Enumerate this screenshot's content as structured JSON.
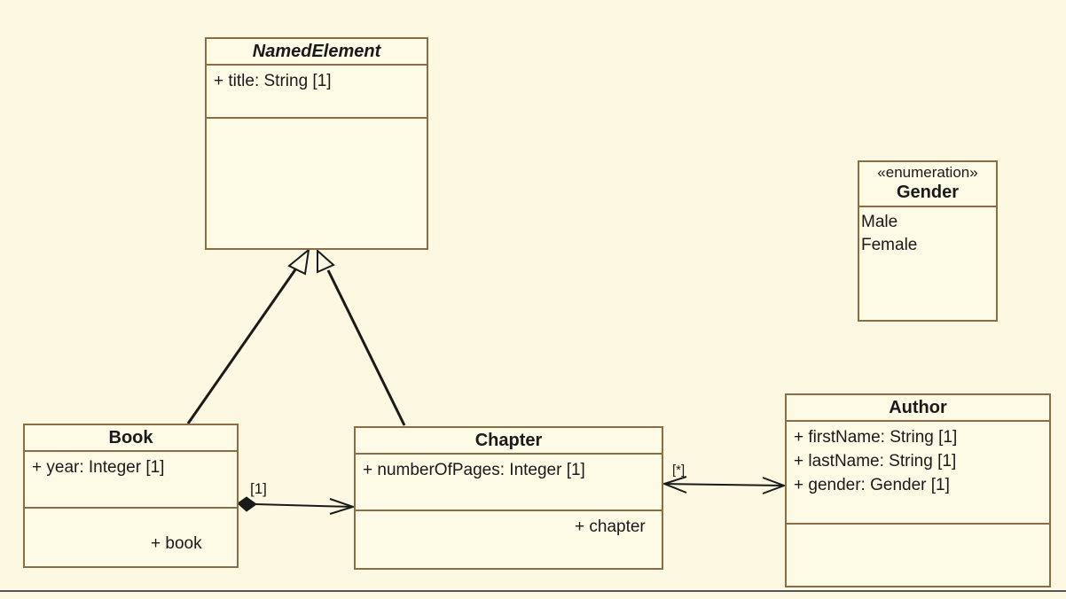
{
  "classes": {
    "named_element": {
      "name": "NamedElement",
      "attributes": [
        "+ title: String [1]"
      ]
    },
    "book": {
      "name": "Book",
      "attributes": [
        "+ year: Integer [1]"
      ]
    },
    "chapter": {
      "name": "Chapter",
      "attributes": [
        "+ numberOfPages: Integer [1]"
      ]
    },
    "author": {
      "name": "Author",
      "attributes": [
        "+ firstName: String [1]",
        "+ lastName: String [1]",
        "+ gender: Gender [1]"
      ]
    }
  },
  "enumeration": {
    "stereotype": "«enumeration»",
    "name": "Gender",
    "literals": [
      "Male",
      "Female"
    ]
  },
  "associations": {
    "book_chapter": {
      "multiplicity": "[1]",
      "role_book": "+ book",
      "role_chapter": "+ chapter"
    },
    "chapter_author": {
      "multiplicity": "[*]"
    }
  },
  "colors": {
    "background": "#fcf8e1",
    "border": "#8b6d45",
    "line": "#1a1a1a"
  }
}
